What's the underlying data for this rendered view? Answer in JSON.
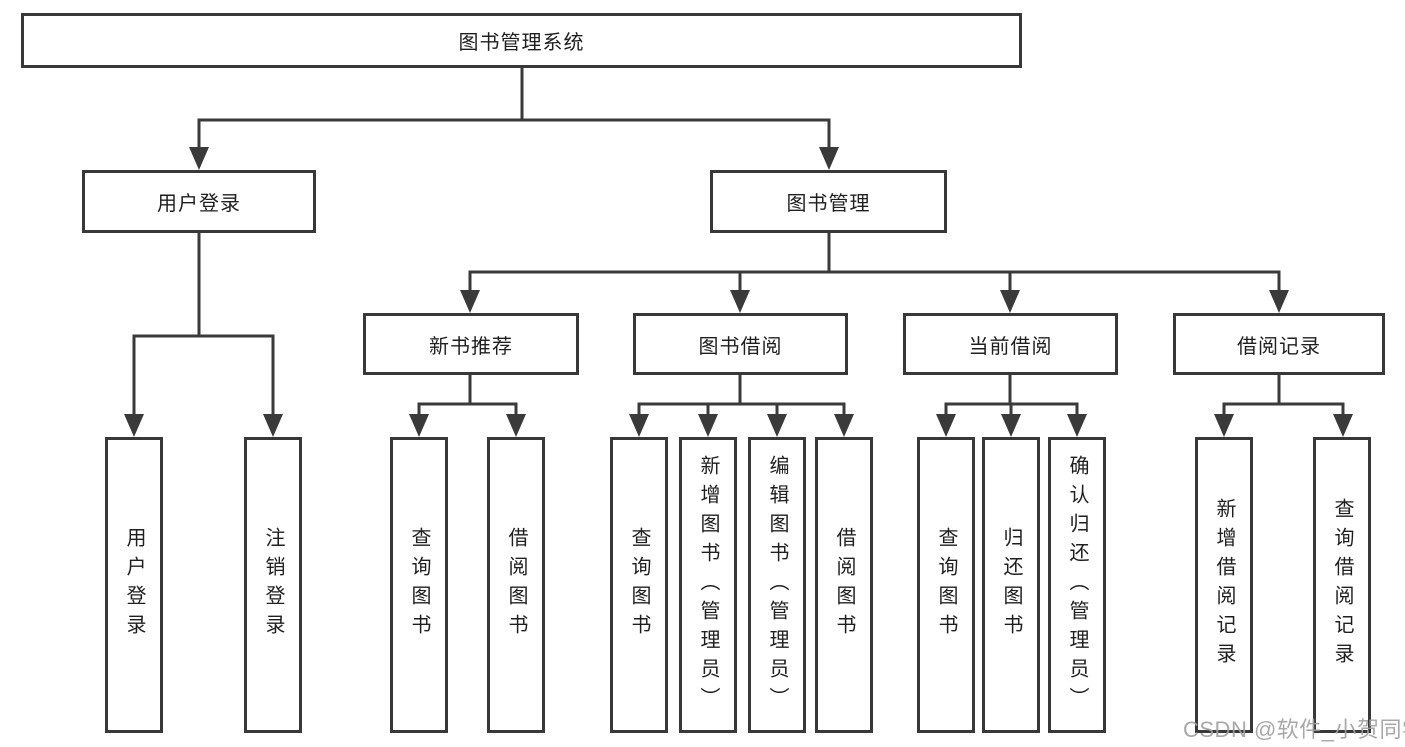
{
  "tree": {
    "root": "图书管理系统",
    "level2": [
      {
        "label": "用户登录"
      },
      {
        "label": "图书管理"
      }
    ],
    "level3": [
      {
        "label": "新书推荐"
      },
      {
        "label": "图书借阅"
      },
      {
        "label": "当前借阅"
      },
      {
        "label": "借阅记录"
      }
    ],
    "leaves": {
      "userLogin": [
        "用户登录",
        "注销登录"
      ],
      "newBooks": [
        "查询图书",
        "借阅图书"
      ],
      "borrow": [
        "查询图书",
        "新增图书（管理员）",
        "编辑图书（管理员）",
        "借阅图书"
      ],
      "current": [
        "查询图书",
        "归还图书",
        "确认归还（管理员）"
      ],
      "records": [
        "新增借阅记录",
        "查询借阅记录"
      ]
    }
  },
  "watermark": {
    "text": "CSDN @软件_小贺同学"
  },
  "colors": {
    "line": "#3a3a3a",
    "box_border": "#383838",
    "text": "#1f1f1f",
    "watermark": "#9f9f9f",
    "background": "#ffffff"
  }
}
